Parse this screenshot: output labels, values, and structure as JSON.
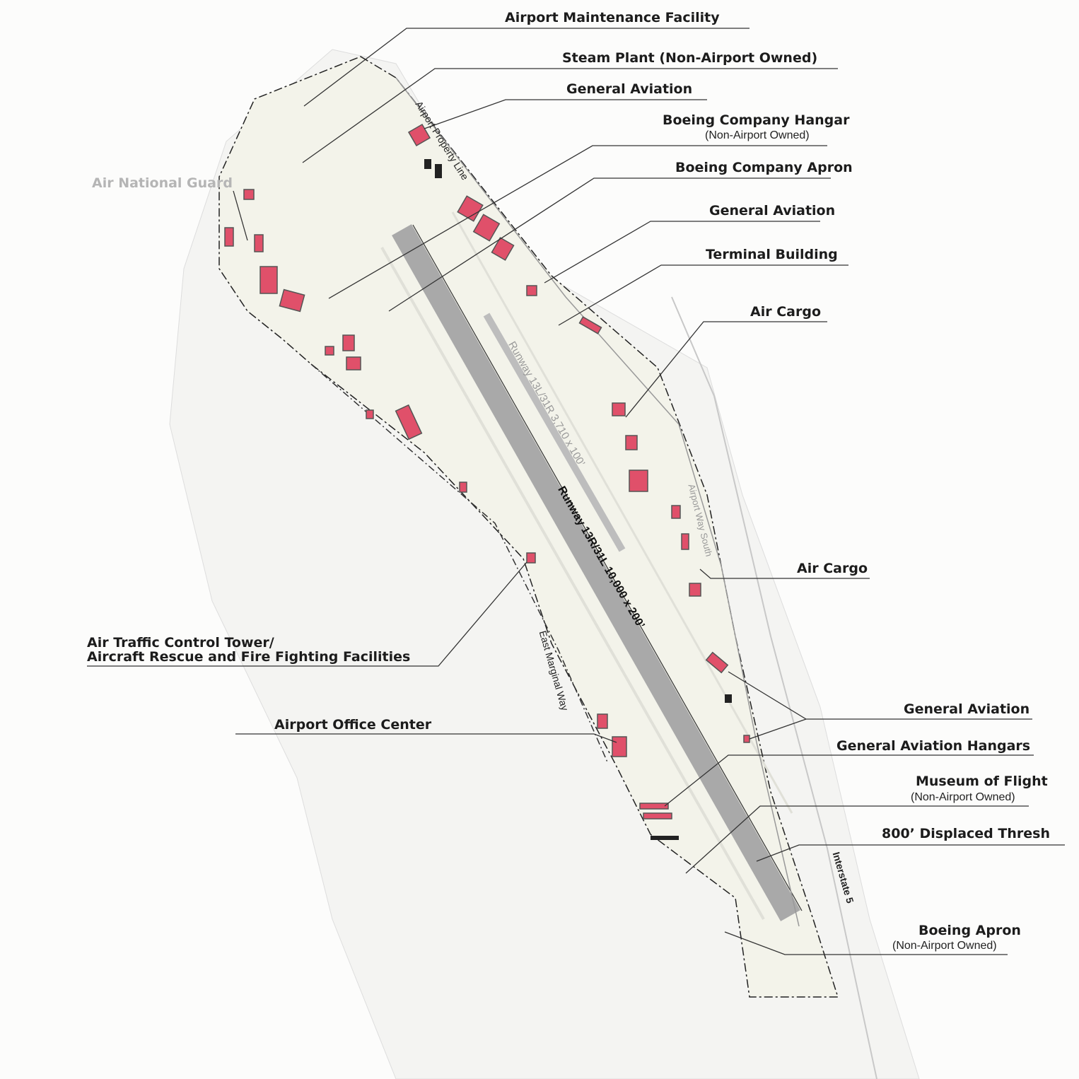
{
  "callouts": {
    "maintenance": "Airport Maintenance Facility",
    "steam_plant": "Steam Plant (Non-Airport Owned)",
    "ga_1": "General Aviation",
    "boeing_hangar": "Boeing Company Hangar",
    "boeing_hangar_sub": "(Non-Airport Owned)",
    "boeing_apron": "Boeing Company Apron",
    "ga_2": "General Aviation",
    "terminal": "Terminal Building",
    "air_cargo_1": "Air Cargo",
    "air_national_guard": "Air National Guard",
    "air_cargo_2": "Air Cargo",
    "atct_line1": "Air Traffic Control Tower/",
    "atct_line2": "Aircraft Rescue and Fire Fighting Facilities",
    "office_center": "Airport Office Center",
    "ga_3": "General Aviation",
    "ga_hangars": "General Aviation Hangars",
    "museum": "Museum of Flight",
    "museum_sub": "(Non-Airport Owned)",
    "displaced": "800’ Displaced Thresh",
    "boeing_apron_s": "Boeing Apron",
    "boeing_apron_s_sub": "(Non-Airport Owned)"
  },
  "map_labels": {
    "property_line": "Airport Property Line",
    "runway_small": "Runway 13L/31R 3,710 x 100’",
    "runway_main": "Runway 13R/31L 10,000 x 200’",
    "airport_way": "Airport Way South",
    "east_marginal": "East Marginal Way",
    "interstate": "Interstate 5"
  },
  "colors": {
    "building": "#e0506a",
    "runway": "#a9a9a9",
    "land": "#f3f3ea",
    "leader": "#333333"
  }
}
